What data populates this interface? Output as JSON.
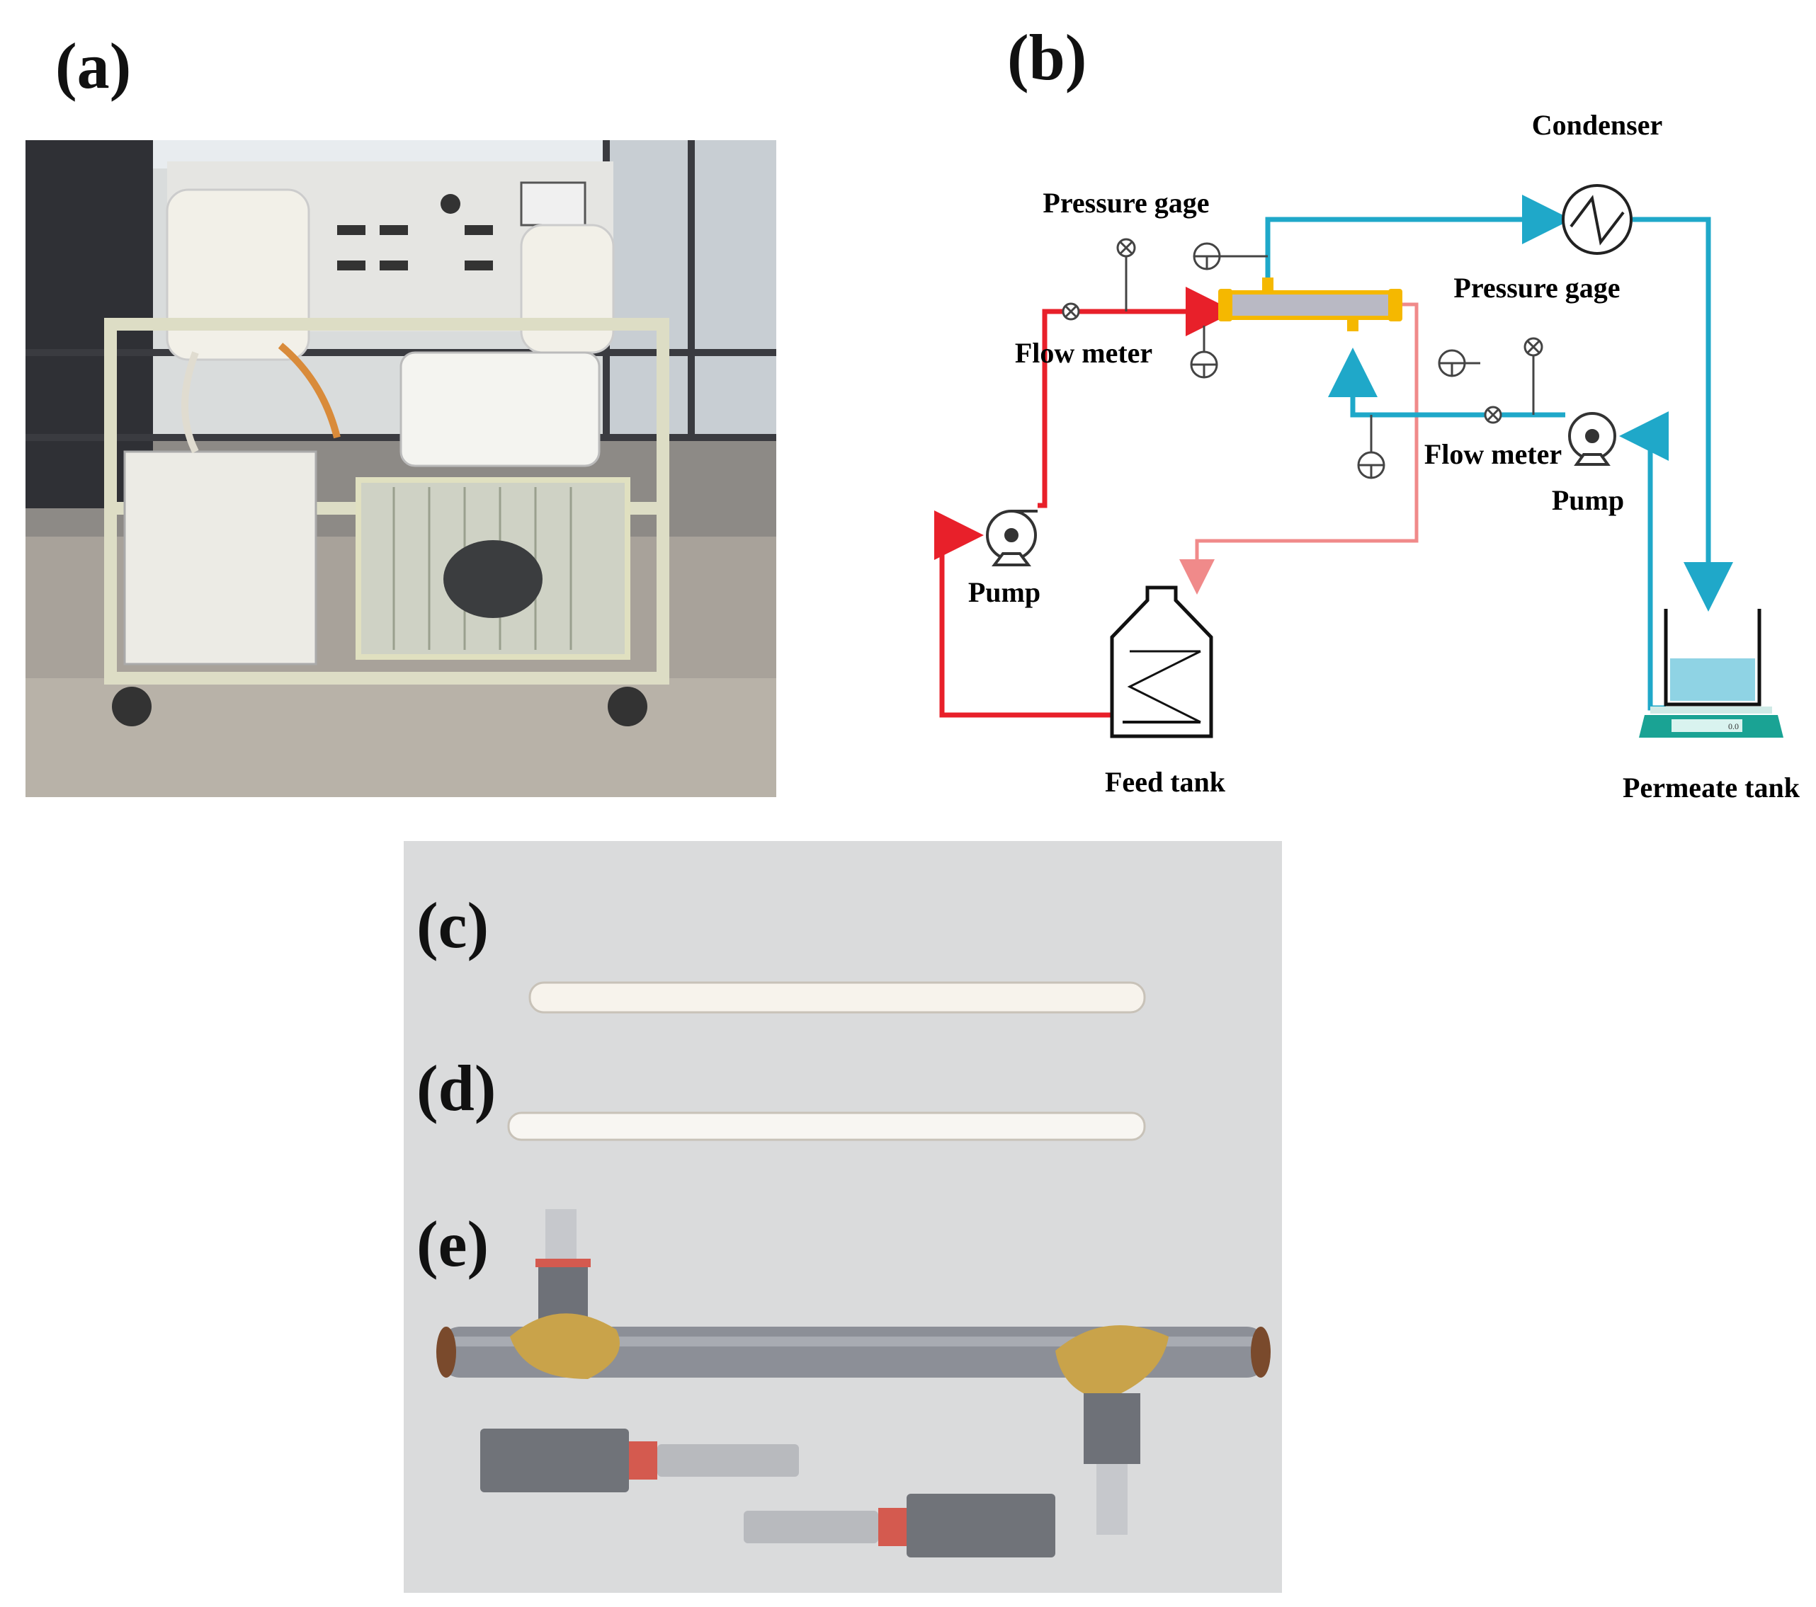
{
  "panels": {
    "a": "(a)",
    "b": "(b)",
    "c": "(c)",
    "d": "(d)",
    "e": "(e)"
  },
  "schematic": {
    "condenser": "Condenser",
    "pressure_gage_left": "Pressure gage",
    "pressure_gage_right": "Pressure gage",
    "flow_meter_left": "Flow meter",
    "flow_meter_right": "Flow meter",
    "pump_left": "Pump",
    "pump_right": "Pump",
    "feed_tank": "Feed tank",
    "permeate_tank": "Permeate tank",
    "balance_readout": "0.0"
  },
  "colors": {
    "feed_line": "#e8202a",
    "retentate_line": "#f08a8a",
    "permeate_line": "#1fa8c9",
    "module": "#f5b800",
    "balance": "#1aa394"
  }
}
